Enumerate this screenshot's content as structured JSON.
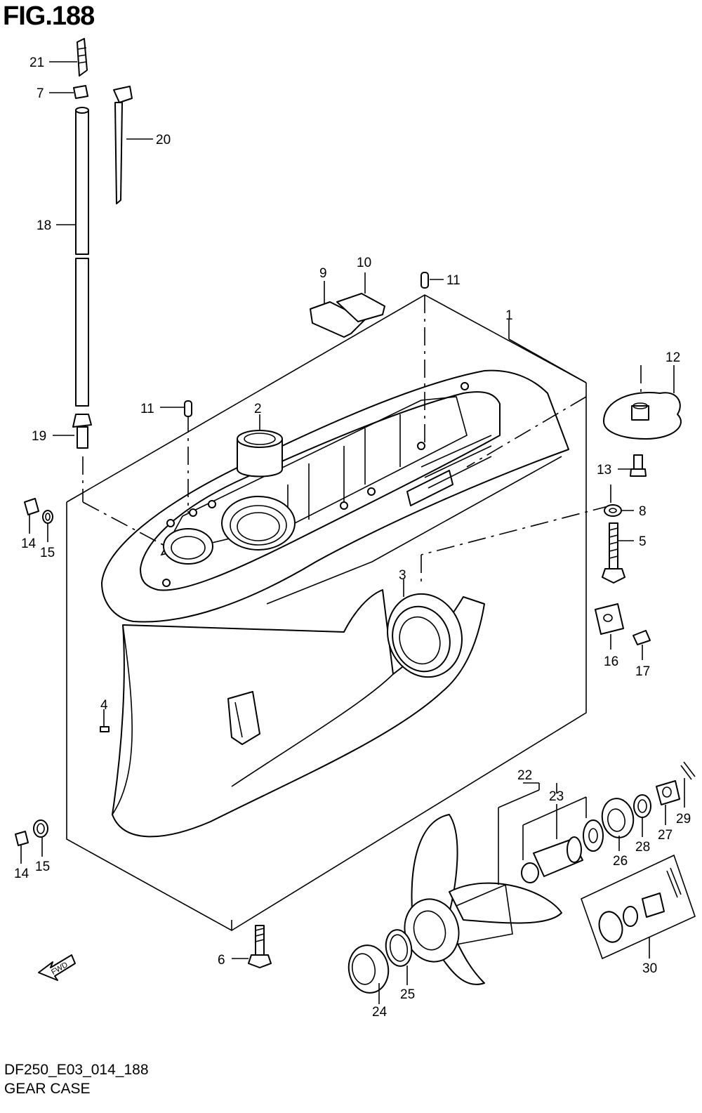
{
  "figure": {
    "title": "FIG.188",
    "drawing_code": "DF250_E03_014_188",
    "name": "GEAR CASE",
    "fwd_marker": "FWD"
  },
  "callouts": [
    {
      "id": "c1",
      "label": "1"
    },
    {
      "id": "c2",
      "label": "2"
    },
    {
      "id": "c3",
      "label": "3"
    },
    {
      "id": "c4",
      "label": "4"
    },
    {
      "id": "c5",
      "label": "5"
    },
    {
      "id": "c6",
      "label": "6"
    },
    {
      "id": "c7",
      "label": "7"
    },
    {
      "id": "c8",
      "label": "8"
    },
    {
      "id": "c9",
      "label": "9"
    },
    {
      "id": "c10",
      "label": "10"
    },
    {
      "id": "c11a",
      "label": "11"
    },
    {
      "id": "c11b",
      "label": "11"
    },
    {
      "id": "c12",
      "label": "12"
    },
    {
      "id": "c13",
      "label": "13"
    },
    {
      "id": "c14a",
      "label": "14"
    },
    {
      "id": "c14b",
      "label": "14"
    },
    {
      "id": "c15a",
      "label": "15"
    },
    {
      "id": "c15b",
      "label": "15"
    },
    {
      "id": "c16",
      "label": "16"
    },
    {
      "id": "c17",
      "label": "17"
    },
    {
      "id": "c18",
      "label": "18"
    },
    {
      "id": "c19",
      "label": "19"
    },
    {
      "id": "c20",
      "label": "20"
    },
    {
      "id": "c21",
      "label": "21"
    },
    {
      "id": "c22",
      "label": "22"
    },
    {
      "id": "c23",
      "label": "23"
    },
    {
      "id": "c24",
      "label": "24"
    },
    {
      "id": "c25",
      "label": "25"
    },
    {
      "id": "c26",
      "label": "26"
    },
    {
      "id": "c27",
      "label": "27"
    },
    {
      "id": "c28",
      "label": "28"
    },
    {
      "id": "c29",
      "label": "29"
    },
    {
      "id": "c30",
      "label": "30"
    }
  ]
}
